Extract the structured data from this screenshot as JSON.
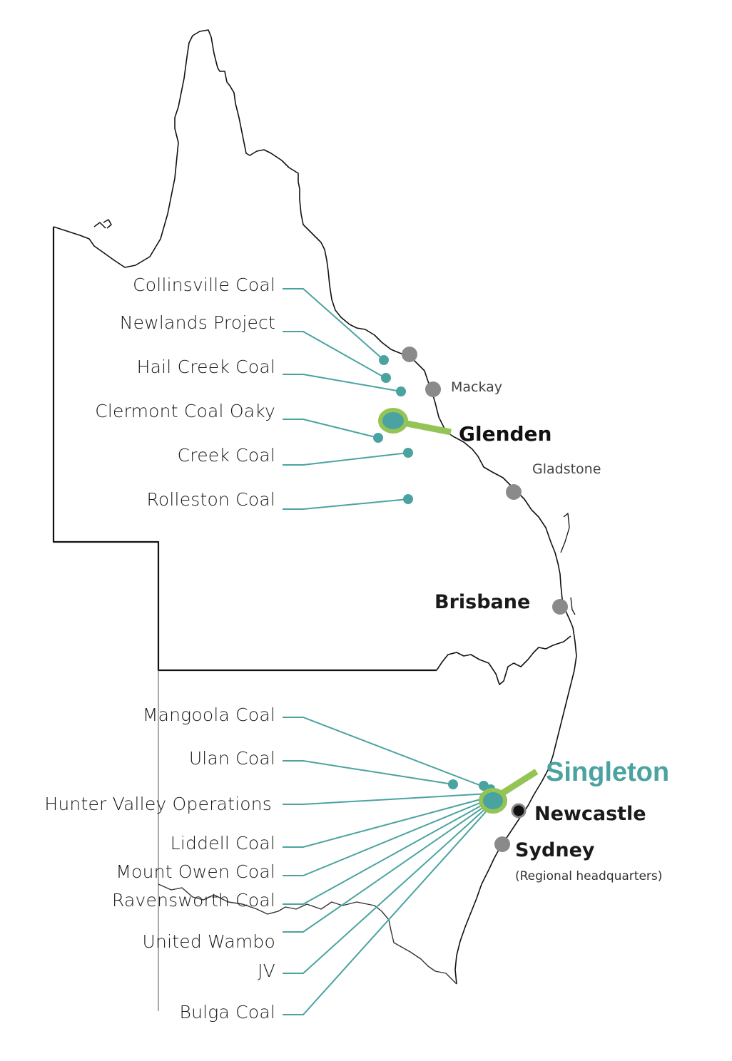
{
  "colors": {
    "mine": "#4aa3a0",
    "hub_ring": "#94c356",
    "city_dot": "#8a8a8a",
    "newcastle_dot": "#111111",
    "outline": "#111111",
    "singleton_text": "#4aa3a0"
  },
  "queensland": {
    "mines": [
      {
        "label": "Collinsville Coal"
      },
      {
        "label": "Newlands Project"
      },
      {
        "label": "Hail Creek Coal"
      },
      {
        "label": "Clermont Coal Oaky"
      },
      {
        "label": "Creek Coal"
      },
      {
        "label": "Rolleston Coal"
      }
    ],
    "hub": {
      "label": "Glenden"
    },
    "cities": [
      {
        "label": "Mackay"
      },
      {
        "label": "Gladstone"
      },
      {
        "label": "Brisbane"
      }
    ]
  },
  "nsw": {
    "mines": [
      {
        "label": "Mangoola Coal"
      },
      {
        "label": "Ulan Coal"
      },
      {
        "label": "Hunter Valley Operations"
      },
      {
        "label": "Liddell Coal"
      },
      {
        "label": "Mount Owen Coal"
      },
      {
        "label": "Ravensworth Coal"
      },
      {
        "label": "United Wambo"
      },
      {
        "label": "JV"
      },
      {
        "label": "Bulga Coal"
      }
    ],
    "hub": {
      "label": "Singleton"
    },
    "cities": [
      {
        "label": "Newcastle"
      },
      {
        "label": "Sydney",
        "note": "(Regional  headquarters)"
      }
    ]
  }
}
